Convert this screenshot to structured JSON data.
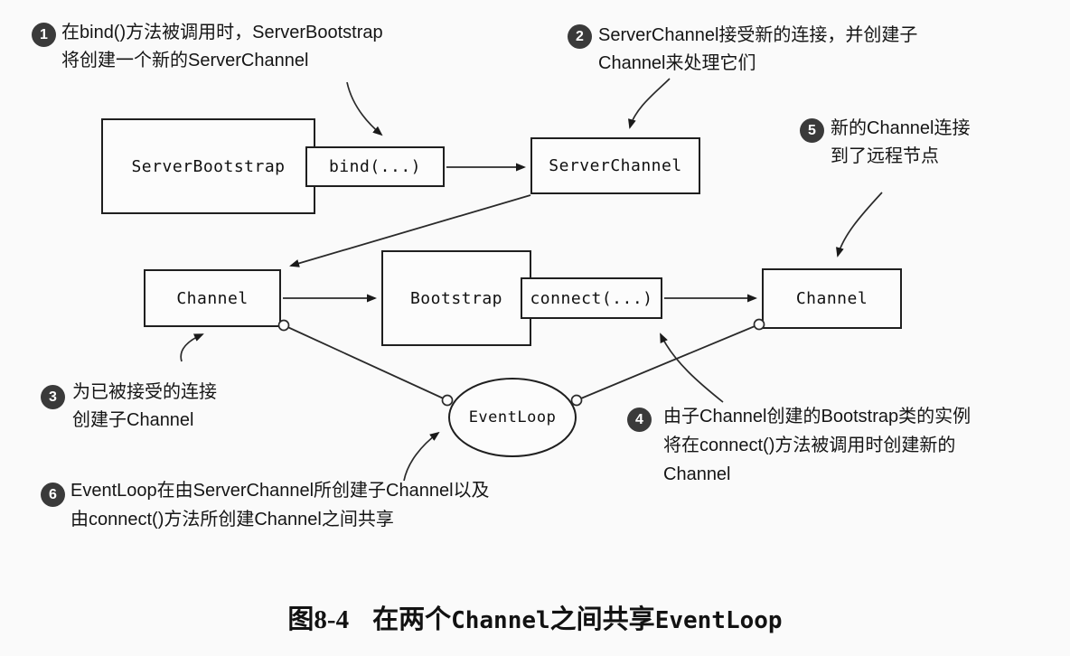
{
  "colors": {
    "background": "#fafafa",
    "line": "#2a2a2a",
    "box_border": "#1f1f1f",
    "box_fill": "#fcfcfc",
    "badge_fill": "#3a3a3a",
    "badge_text": "#ffffff",
    "text": "#151515"
  },
  "boxes": {
    "server_bootstrap": "ServerBootstrap",
    "bind": "bind(...)",
    "server_channel": "ServerChannel",
    "channel_left": "Channel",
    "bootstrap": "Bootstrap",
    "connect": "connect(...)",
    "channel_right": "Channel",
    "event_loop": "EventLoop"
  },
  "annotations": [
    {
      "num": "1",
      "lines": [
        "在bind()方法被调用时，ServerBootstrap",
        "将创建一个新的ServerChannel"
      ]
    },
    {
      "num": "2",
      "lines": [
        "ServerChannel接受新的连接，并创建子",
        "Channel来处理它们"
      ]
    },
    {
      "num": "3",
      "lines": [
        "为已被接受的连接",
        "创建子Channel"
      ]
    },
    {
      "num": "4",
      "lines": [
        "由子Channel创建的Bootstrap类的实例",
        "将在connect()方法被调用时创建新的",
        "Channel"
      ]
    },
    {
      "num": "5",
      "lines": [
        "新的Channel连接",
        "到了远程节点"
      ]
    },
    {
      "num": "6",
      "lines": [
        "EventLoop在由ServerChannel所创建子Channel以及",
        "由connect()方法所创建Channel之间共享"
      ]
    }
  ],
  "caption": {
    "figure_label": "图8-4",
    "part1": "在两个",
    "code1": "Channel",
    "part2": "之间共享",
    "code2": "EventLoop"
  }
}
